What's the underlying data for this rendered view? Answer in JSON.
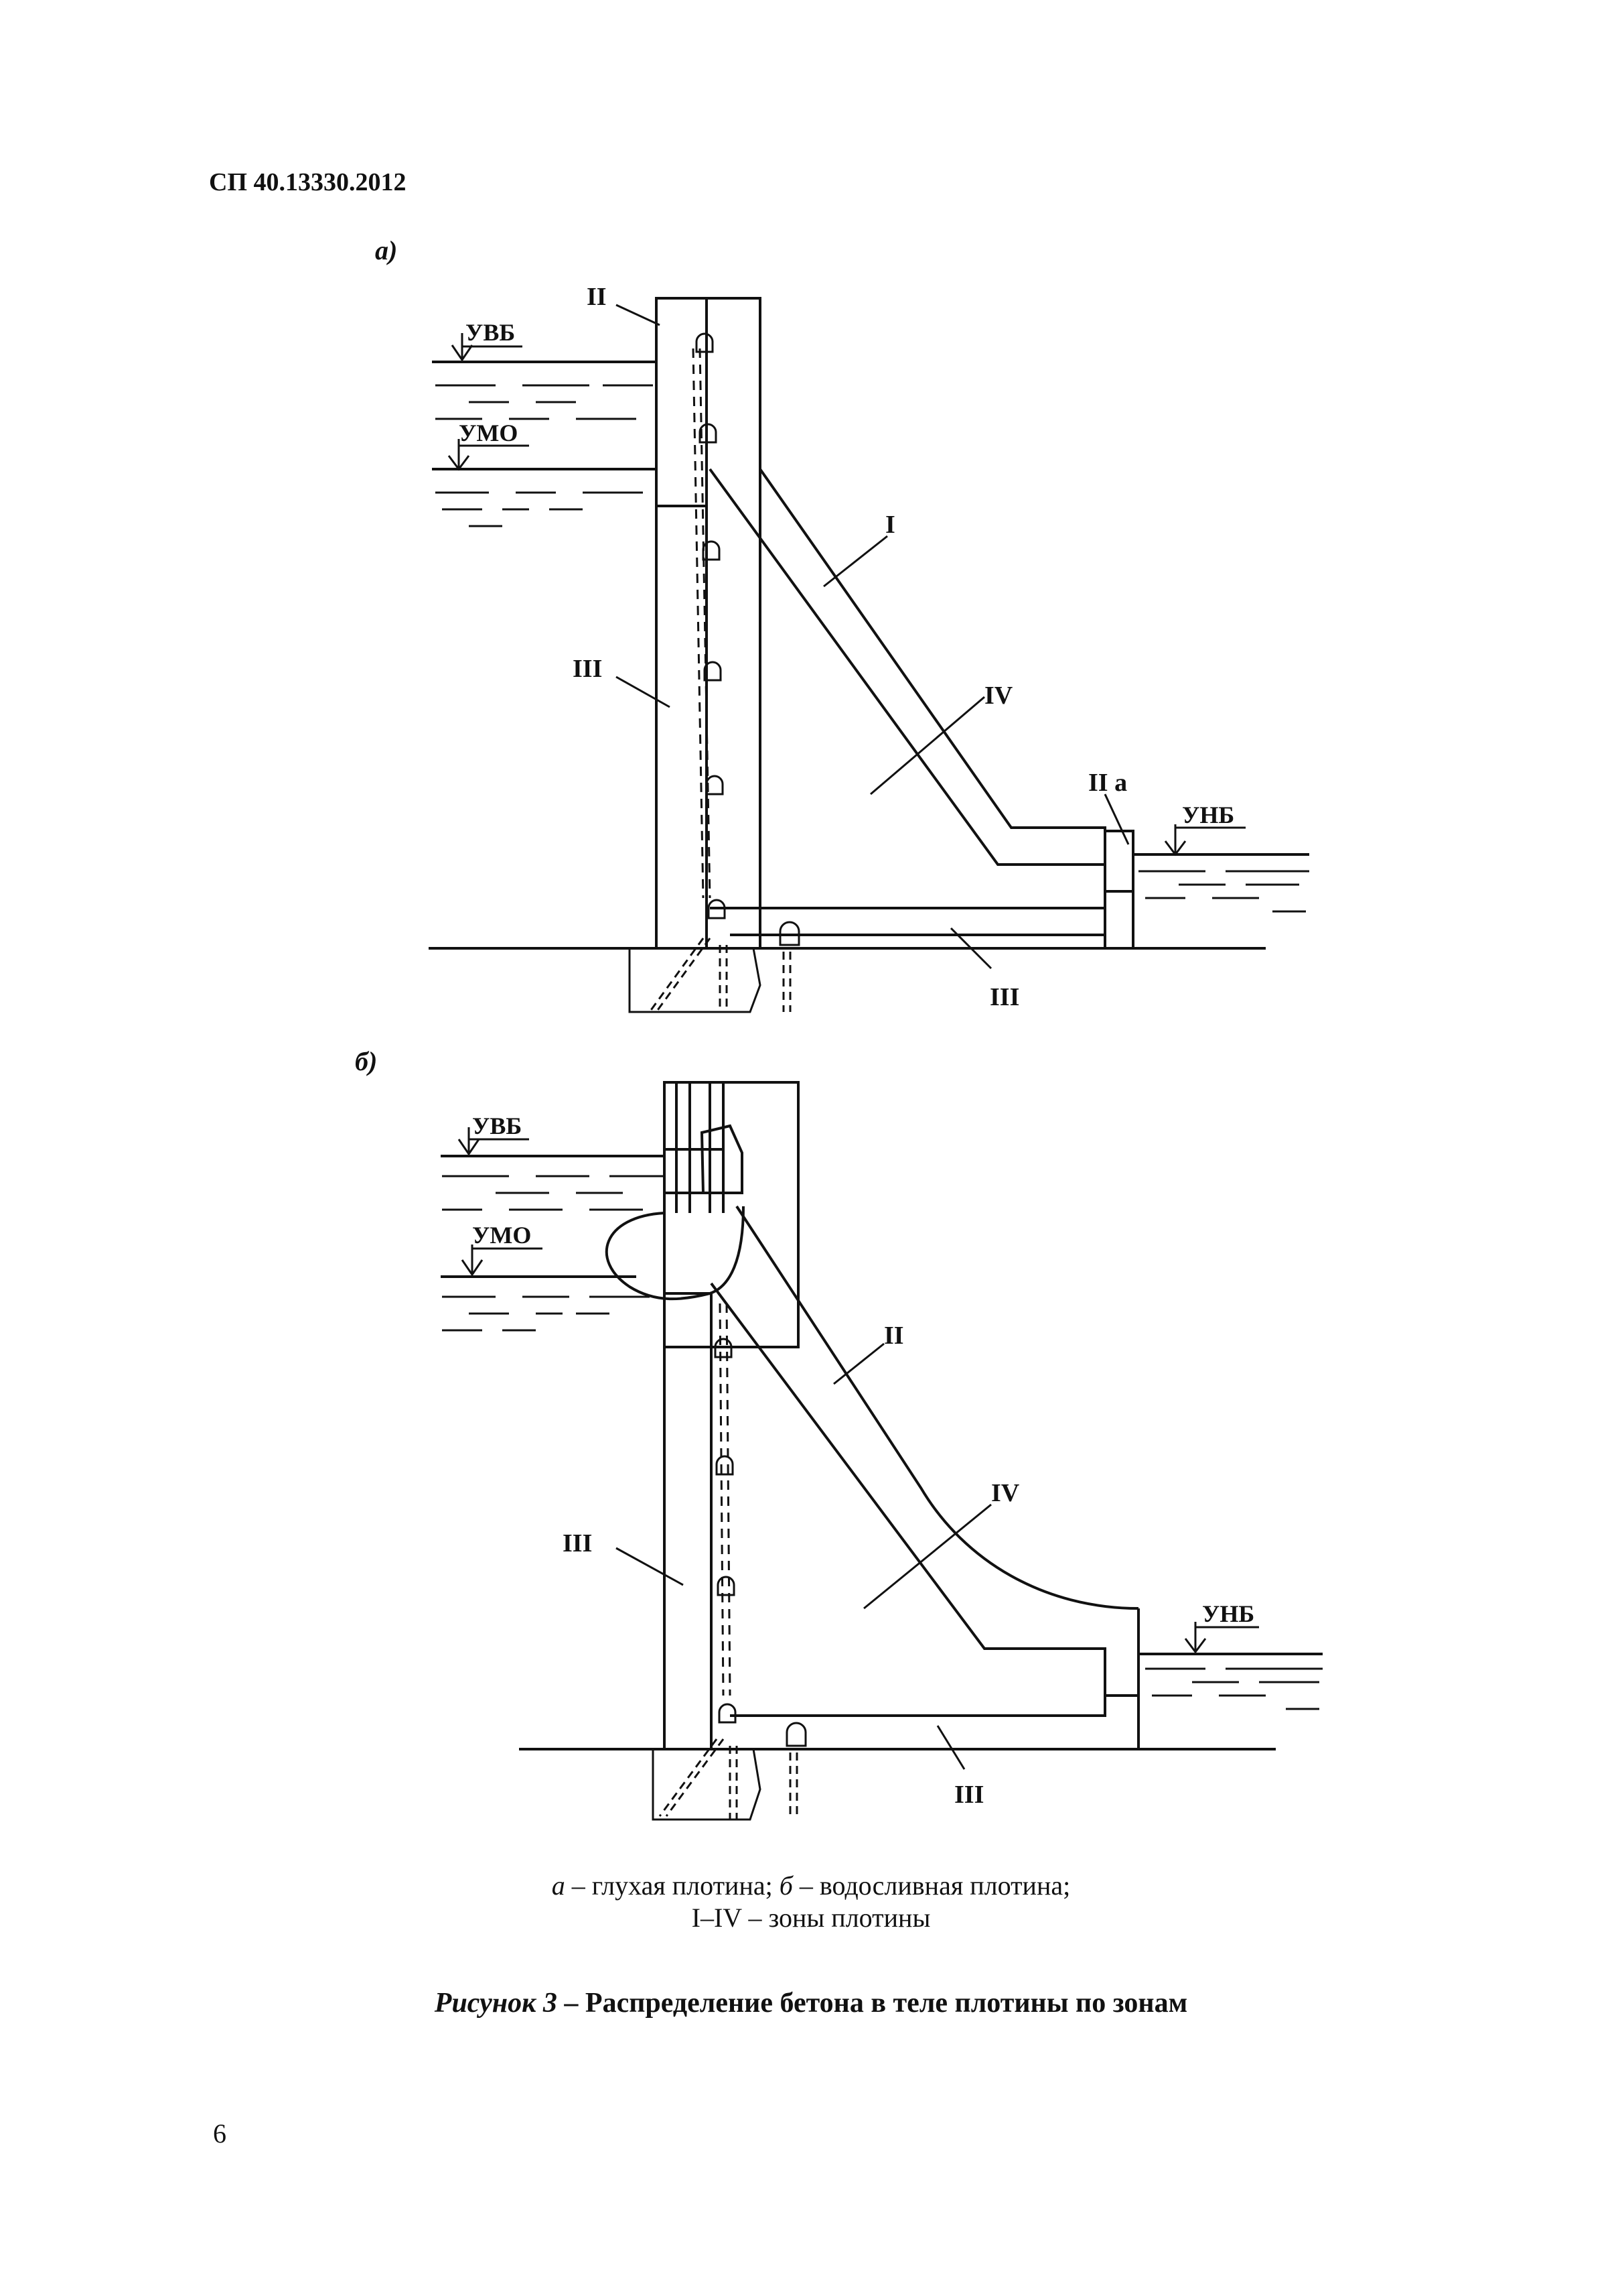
{
  "header": {
    "doc_code": "СП 40.13330.2012"
  },
  "panels": {
    "a": {
      "label": "а)",
      "levels": {
        "upper": "УВБ",
        "dead": "УМО",
        "lower": "УНБ"
      },
      "zones": {
        "top": "II",
        "face": "I",
        "upstream": "III",
        "core": "IV",
        "toe": "II а",
        "base": "III"
      }
    },
    "b": {
      "label": "б)",
      "levels": {
        "upper": "УВБ",
        "dead": "УМО",
        "lower": "УНБ"
      },
      "zones": {
        "face": "II",
        "upstream": "III",
        "core": "IV",
        "base": "III"
      }
    }
  },
  "caption": {
    "line1_a": "а",
    "line1_a_text": " – глухая плотина; ",
    "line1_b": "б",
    "line1_b_text": " – водосливная плотина;",
    "line2": "I–IV – зоны плотины"
  },
  "figure_title": {
    "prefix": "Рисунок 3",
    "dash": " – ",
    "text": "Распределение бетона в теле плотины по зонам"
  },
  "page_number": "6"
}
